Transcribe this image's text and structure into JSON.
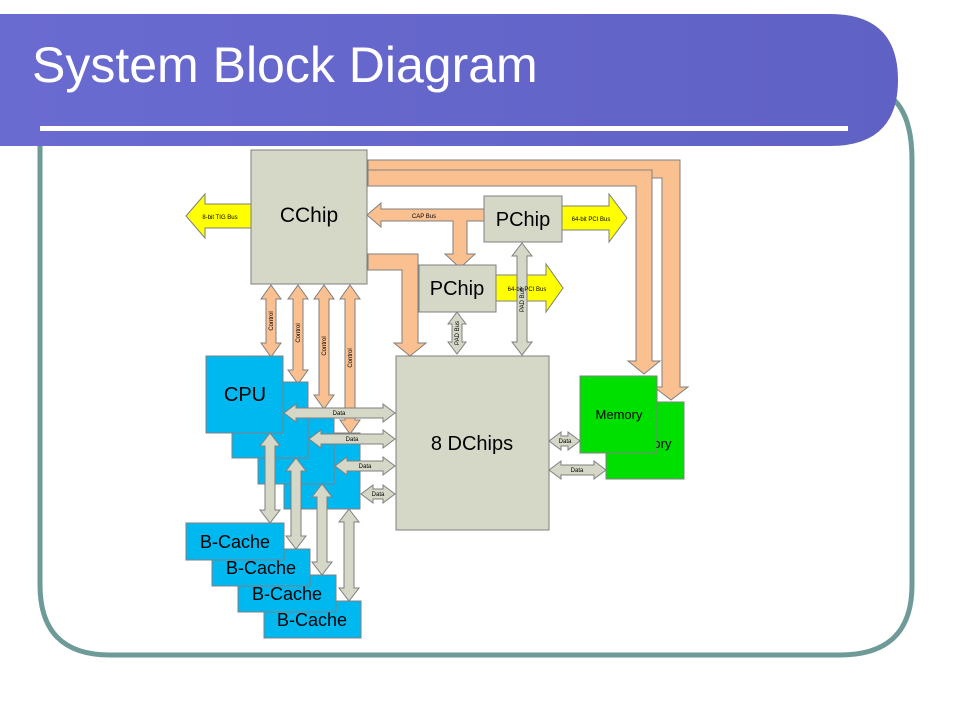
{
  "slide": {
    "title": "System Block Diagram",
    "colors": {
      "title_band": "#6667cc",
      "frame_border": "#6e9b98",
      "chip_fill": "#d6d8c7",
      "cpu_fill": "#00b8f0",
      "memory_fill": "#00e000",
      "bus_fill": "#fac090",
      "pci_fill": "#ffff00",
      "data_arrow_fill": "#d6d8c7"
    }
  },
  "diagram": {
    "blocks": {
      "cchip": "CChip",
      "pchip_top": "PChip",
      "pchip_mid": "PChip",
      "dchips": "8 DChips",
      "cpu": "CPU",
      "memory_front": "Memory",
      "memory_back": "Memory",
      "bcache": [
        "B-Cache",
        "B-Cache",
        "B-Cache",
        "B-Cache"
      ]
    },
    "bus_labels": {
      "tig": "8-bit TIG Bus",
      "cap": "CAP Bus",
      "pci_top": "64-bit PCI Bus",
      "pci_mid": "64-bit PCI Bus",
      "pad_left": "PAD Bus",
      "pad_right": "PAD Bus",
      "control": [
        "Control",
        "Control",
        "Control",
        "Control"
      ],
      "data_cpu": [
        "Data",
        "Data",
        "Data",
        "Data"
      ],
      "data_mem": [
        "Data",
        "Data"
      ]
    }
  }
}
